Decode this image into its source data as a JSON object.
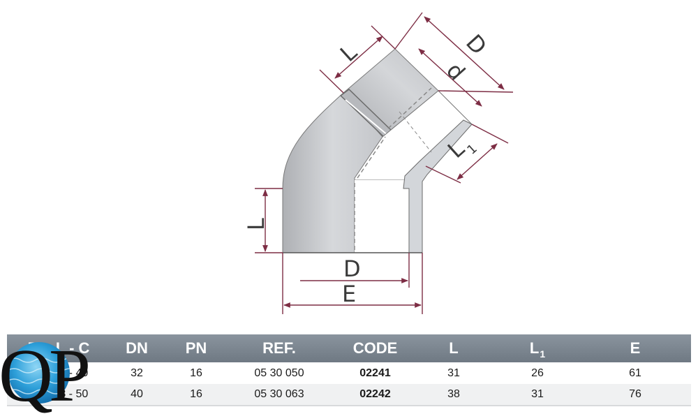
{
  "drawing": {
    "labels": {
      "L_top": "L",
      "d": "d",
      "D_top": "D",
      "L1_main": "L",
      "L1_sub": "1",
      "L_left": "L",
      "D_bottom": "D",
      "E": "E"
    },
    "colors": {
      "dimension_line": "#7d2d44",
      "body_fill": "#c9cbcf",
      "socket_fill": "#ffffff"
    }
  },
  "table": {
    "headers": [
      "D x L - C",
      "DN",
      "PN",
      "REF.",
      "CODE",
      "L",
      "L",
      "E"
    ],
    "header_subscripts": {
      "6": "1"
    },
    "rows": [
      [
        "32 x 31 - 40",
        "32",
        "16",
        "05 30 050",
        "02241",
        "31",
        "26",
        "61"
      ],
      [
        "40 x 38 - 50",
        "40",
        "16",
        "05 30 063",
        "02242",
        "38",
        "31",
        "76"
      ]
    ],
    "colors": {
      "header_bg": "#7a848e"
    }
  },
  "logo": {
    "text": "QP",
    "icon": "water-ripple-icon"
  }
}
